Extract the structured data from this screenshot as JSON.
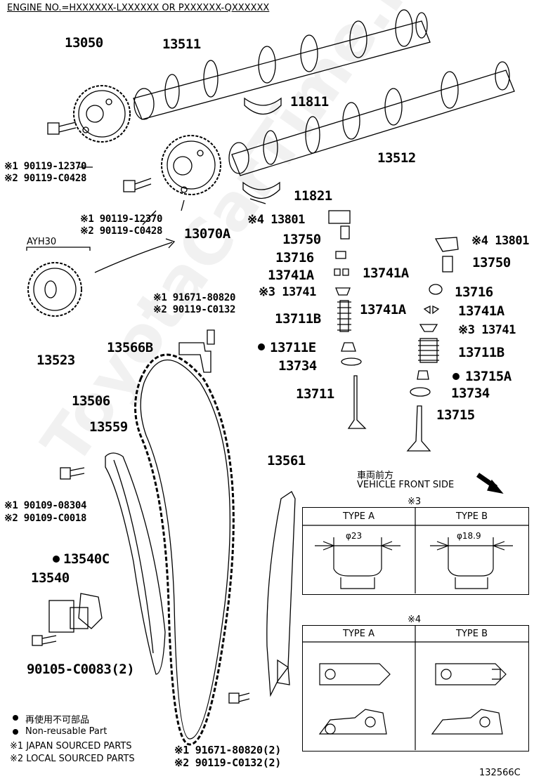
{
  "header": "ENGINE NO.=HXXXXXX-LXXXXXX OR PXXXXXX-QXXXXXX",
  "watermark": "ToyotaCarTime.ru",
  "parts": {
    "p13050": "13050",
    "p13511": "13511",
    "p11811": "11811",
    "p13512": "13512",
    "p11821": "11821",
    "bolt1_a": "※1 90119-12370",
    "bolt1_b": "※2 90119-C0428",
    "bolt2_a": "※1 90119-12370",
    "bolt2_b": "※2 90119-C0428",
    "p13070A": "13070A",
    "ayh30": "AYH30",
    "p13523": "13523",
    "p13801_l": "※4 13801",
    "p13750_l": "13750",
    "p13716_l": "13716",
    "p13741A_l1": "13741A",
    "p13741A_l2": "13741A",
    "p13741_l": "※3 13741",
    "p13711B_l": "13711B",
    "p13711E": "13711E",
    "p13734_l": "13734",
    "p13711": "13711",
    "p13801_r": "※4 13801",
    "p13750_r": "13750",
    "p13716_r": "13716",
    "p13741A_r1": "13741A",
    "p13741A_r2": "13741A",
    "p13741_r": "※3 13741",
    "p13711B_r": "13711B",
    "p13715A": "13715A",
    "p13734_r": "13734",
    "p13715": "13715",
    "bolt3_a": "※1 91671-80820",
    "bolt3_b": "※2 90119-C0132",
    "p13566B": "13566B",
    "p13506": "13506",
    "p13559": "13559",
    "p13561": "13561",
    "bolt4_a": "※1 90109-08304",
    "bolt4_b": "※2 90109-C0018",
    "p13540C": "13540C",
    "p13540": "13540",
    "bolt5": "90105-C0083(2)",
    "bolt6_a": "※1 91671-80820(2)",
    "bolt6_b": "※2 90119-C0132(2)"
  },
  "front": {
    "jp": "車両前方",
    "en": "VEHICLE FRONT SIDE"
  },
  "table3": {
    "mark": "※3",
    "type_a": "TYPE A",
    "type_b": "TYPE B",
    "dim_a": "φ23",
    "dim_b": "φ18.9"
  },
  "table4": {
    "mark": "※4",
    "type_a": "TYPE A",
    "type_b": "TYPE B"
  },
  "legend": {
    "jp": "再使用不可部品",
    "nonreusable": "Non-reusable Part",
    "japan": "※1 JAPAN SOURCED PARTS",
    "local": "※2 LOCAL SOURCED PARTS"
  },
  "figure_id": "132566C"
}
